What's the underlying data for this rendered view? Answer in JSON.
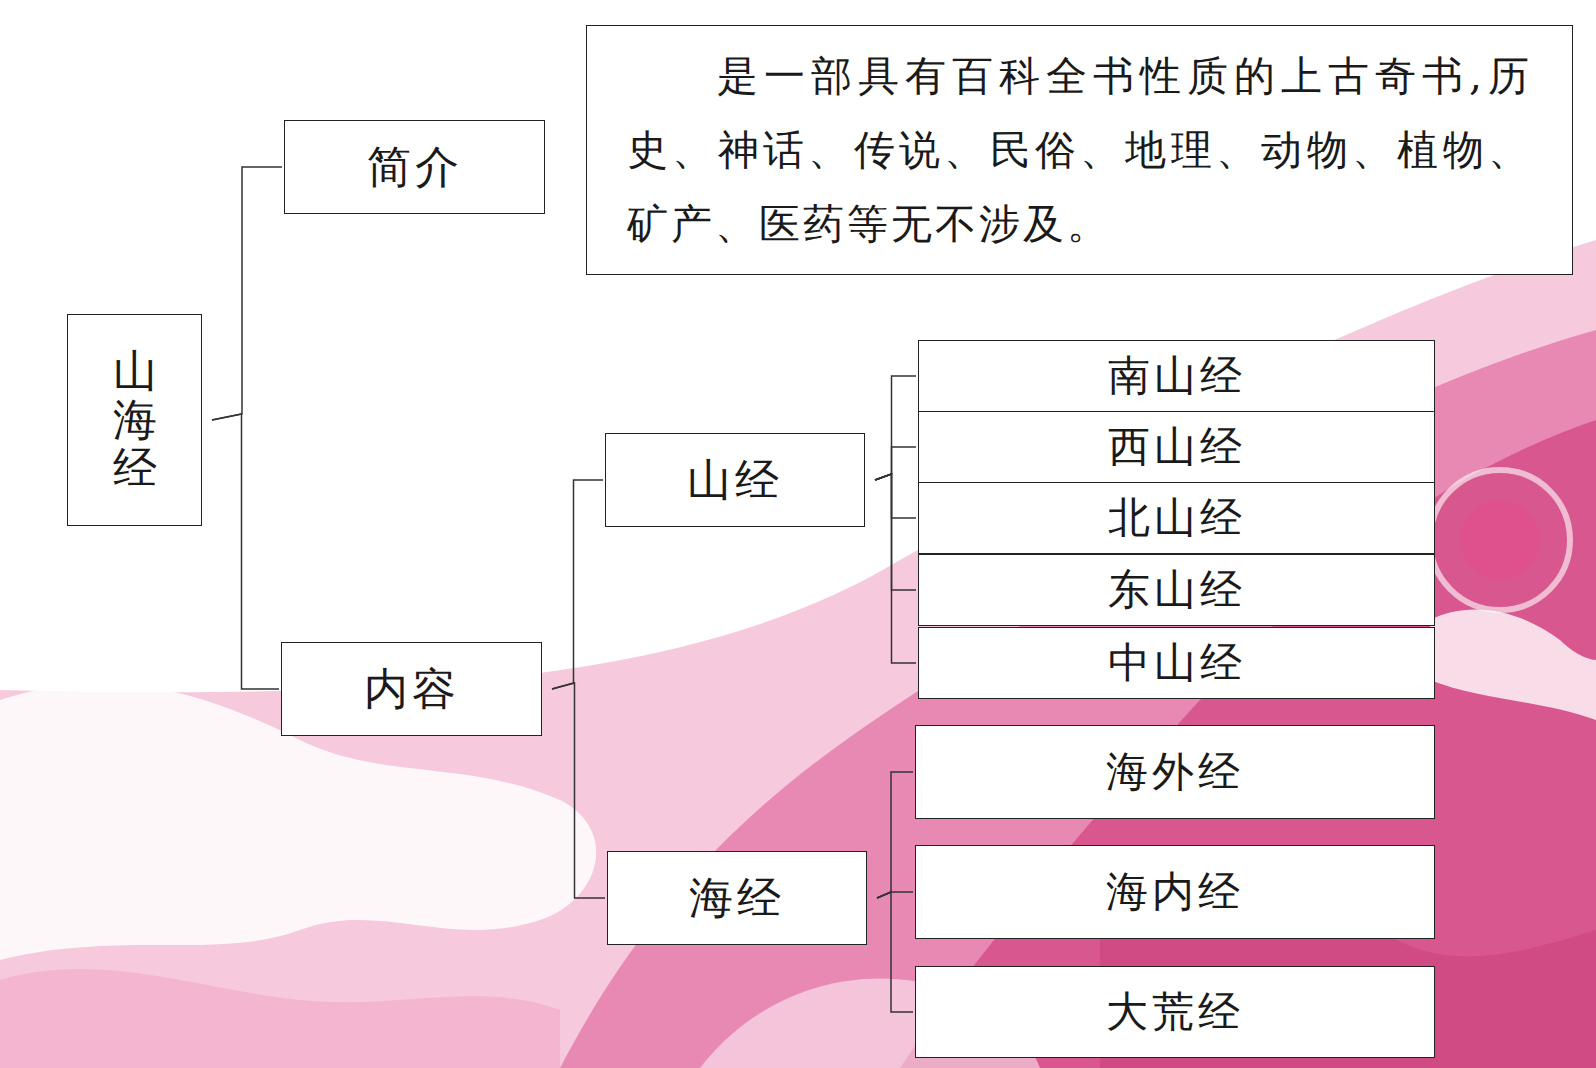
{
  "diagram": {
    "nodes": [
      {
        "text": [
          "山海经"
        ]
      },
      {
        "text": [
          "简介"
        ]
      },
      {
        "text": [
          "是一部具有百科全书性质的上古奇书,历史、神话、传说、民俗、地理、动物、植物、矿产、医药等无不涉及。"
        ]
      },
      {
        "text": [
          "内容"
        ]
      },
      {
        "text": [
          "山经"
        ]
      },
      {
        "text": [
          "南山经"
        ]
      },
      {
        "text": [
          "西山经"
        ]
      },
      {
        "text": [
          "北山经"
        ]
      },
      {
        "text": [
          "东山经"
        ]
      },
      {
        "text": [
          "中山经"
        ]
      },
      {
        "text": [
          "海经"
        ]
      },
      {
        "text": [
          "海外经"
        ]
      },
      {
        "text": [
          "海内经"
        ]
      },
      {
        "text": [
          "大荒经"
        ]
      }
    ],
    "edges": [
      {
        "from": 0,
        "to": 1,
        "arrow": "none"
      },
      {
        "from": 0,
        "to": 3,
        "arrow": "none"
      },
      {
        "from": 3,
        "to": 4,
        "arrow": "none"
      },
      {
        "from": 3,
        "to": 10,
        "arrow": "none"
      },
      {
        "from": 4,
        "to": 5,
        "arrow": "none"
      },
      {
        "from": 4,
        "to": 6,
        "arrow": "none"
      },
      {
        "from": 4,
        "to": 7,
        "arrow": "none"
      },
      {
        "from": 4,
        "to": 8,
        "arrow": "none"
      },
      {
        "from": 4,
        "to": 9,
        "arrow": "none"
      },
      {
        "from": 10,
        "to": 11,
        "arrow": "none"
      },
      {
        "from": 10,
        "to": 12,
        "arrow": "none"
      },
      {
        "from": 10,
        "to": 13,
        "arrow": "none"
      }
    ]
  }
}
